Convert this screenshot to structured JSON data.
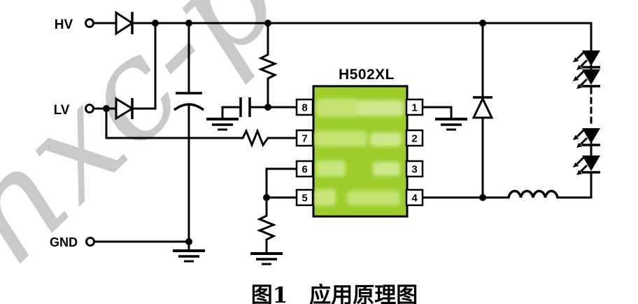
{
  "figure": {
    "terminals": {
      "hv": "HV",
      "lv": "LV",
      "gnd": "GND"
    },
    "chip": {
      "title": "H502XL",
      "body_color": "#9ccd2b",
      "pins_left": [
        "8",
        "7",
        "6",
        "5"
      ],
      "pins_right": [
        "1",
        "2",
        "3",
        "4"
      ]
    },
    "watermark": {
      "text": "hxc-po",
      "color": "#c9c9c9"
    },
    "caption": "图1　应用原理图"
  }
}
